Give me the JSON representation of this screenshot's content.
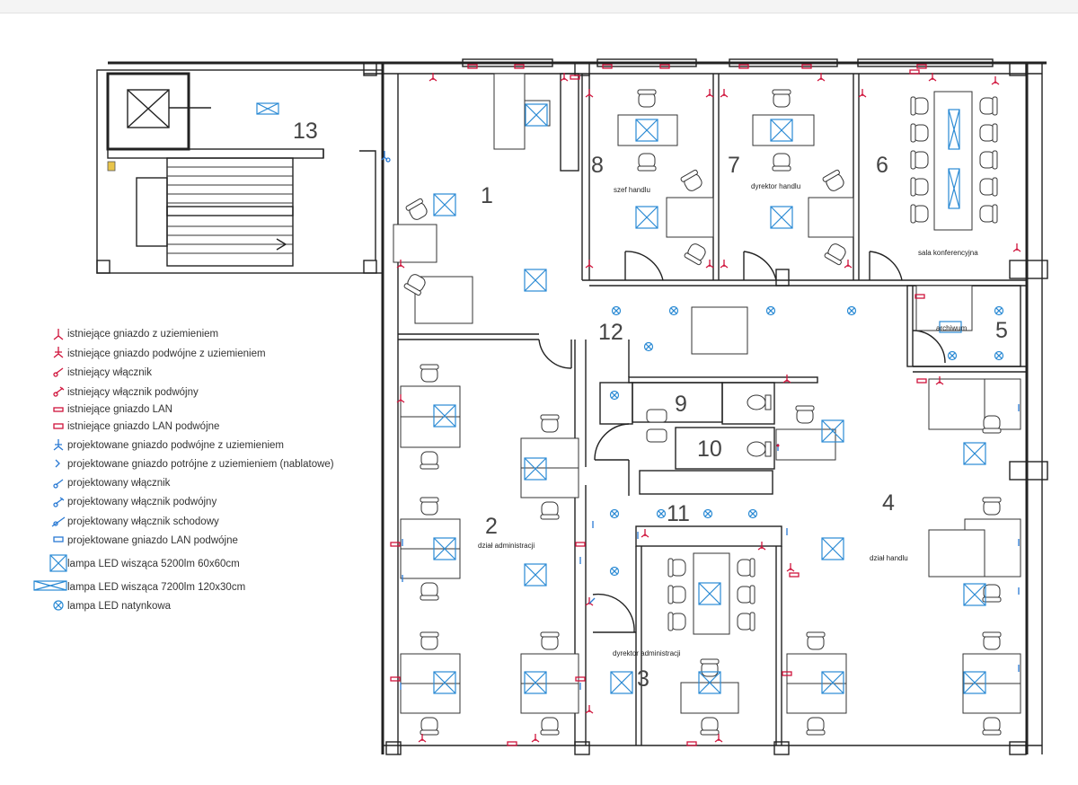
{
  "rooms": [
    {
      "num": "1",
      "label": ""
    },
    {
      "num": "2",
      "label": "dział administracji"
    },
    {
      "num": "3",
      "label": "dyrektor administracji"
    },
    {
      "num": "4",
      "label": "dział handlu"
    },
    {
      "num": "5",
      "label": "archiwum"
    },
    {
      "num": "6",
      "label": "sala konferencyjna"
    },
    {
      "num": "7",
      "label": "dyrektor handlu"
    },
    {
      "num": "8",
      "label": "szef handlu"
    },
    {
      "num": "9",
      "label": ""
    },
    {
      "num": "10",
      "label": ""
    },
    {
      "num": "11",
      "label": ""
    },
    {
      "num": "12",
      "label": ""
    },
    {
      "num": "13",
      "label": ""
    }
  ],
  "legend": [
    {
      "icon": "socket-grounded-existing-icon",
      "color": "#d0143c",
      "text": "istniejące gniazdo z uziemieniem"
    },
    {
      "icon": "double-socket-grounded-existing-icon",
      "color": "#d0143c",
      "text": "istniejące gniazdo podwójne z uziemieniem"
    },
    {
      "icon": "switch-existing-icon",
      "color": "#d0143c",
      "text": "istniejący włącznik"
    },
    {
      "icon": "double-switch-existing-icon",
      "color": "#d0143c",
      "text": "istniejący włącznik podwójny"
    },
    {
      "icon": "lan-socket-existing-icon",
      "color": "#d0143c",
      "text": "istniejące gniazdo LAN"
    },
    {
      "icon": "double-lan-socket-existing-icon",
      "color": "#d0143c",
      "text": "istniejące gniazdo LAN podwójne"
    },
    {
      "icon": "double-socket-grounded-planned-icon",
      "color": "#2a7ad4",
      "text": "projektowane gniazdo podwójne z uziemieniem"
    },
    {
      "icon": "triple-socket-planned-icon",
      "color": "#2a7ad4",
      "text": "projektowane gniazdo potrójne z uziemieniem (nablatowe)"
    },
    {
      "icon": "switch-planned-icon",
      "color": "#2a7ad4",
      "text": "projektowany włącznik"
    },
    {
      "icon": "double-switch-planned-icon",
      "color": "#2a7ad4",
      "text": "projektowany włącznik podwójny"
    },
    {
      "icon": "staircase-switch-planned-icon",
      "color": "#2a7ad4",
      "text": "projektowany włącznik schodowy"
    },
    {
      "icon": "double-lan-socket-planned-icon",
      "color": "#2a7ad4",
      "text": "projektowane gniazdo LAN podwójne"
    },
    {
      "icon": "led-lamp-square-icon",
      "color": "#2a8ad4",
      "text": "lampa LED wisząca 5200lm 60x60cm"
    },
    {
      "icon": "led-lamp-linear-icon",
      "color": "#2a8ad4",
      "text": "lampa LED wisząca 7200lm 120x30cm"
    },
    {
      "icon": "led-lamp-surface-icon",
      "color": "#2a8ad4",
      "text": "lampa LED natynkowa"
    }
  ]
}
